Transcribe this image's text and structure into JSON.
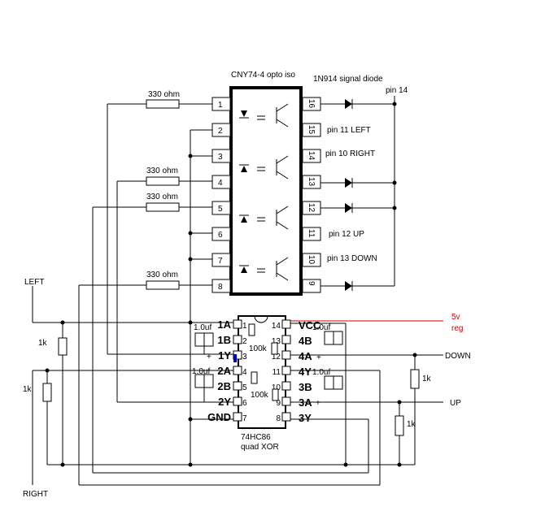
{
  "opto": {
    "title": "CNY74-4 opto iso",
    "pins": [
      "1",
      "2",
      "3",
      "4",
      "5",
      "6",
      "7",
      "8",
      "9",
      "10",
      "11",
      "12",
      "13",
      "14",
      "15",
      "16"
    ]
  },
  "diode_title": "1N914 signal diode",
  "pin14_label": "pin 14",
  "pin_labels": {
    "left": "pin 11 LEFT",
    "right": "pin 10 RIGHT",
    "up": "pin 12 UP",
    "down": "pin 13 DOWN"
  },
  "resistors": {
    "r330": "330 ohm",
    "r1k": "1k",
    "r100k": "100k"
  },
  "caps": {
    "c1": "1.0uf"
  },
  "xor": {
    "name": "74HC86",
    "desc": "quad XOR",
    "pin_numbers": [
      "1",
      "2",
      "3",
      "4",
      "5",
      "6",
      "7",
      "8",
      "9",
      "10",
      "11",
      "12",
      "13",
      "14"
    ],
    "left_names": [
      "1A",
      "1B",
      "1Y",
      "2A",
      "2B",
      "2Y",
      "GND"
    ],
    "right_names": [
      "VCC",
      "4B",
      "4A",
      "4Y",
      "3B",
      "3A",
      "3Y"
    ],
    "plus": "+"
  },
  "signals": {
    "left": "LEFT",
    "right": "RIGHT",
    "up": "UP",
    "down": "DOWN",
    "supply": "5v",
    "supply2": "reg"
  },
  "colors": {
    "wire": "#000000",
    "supply": "#cc0000",
    "marker": "#0000cc"
  }
}
